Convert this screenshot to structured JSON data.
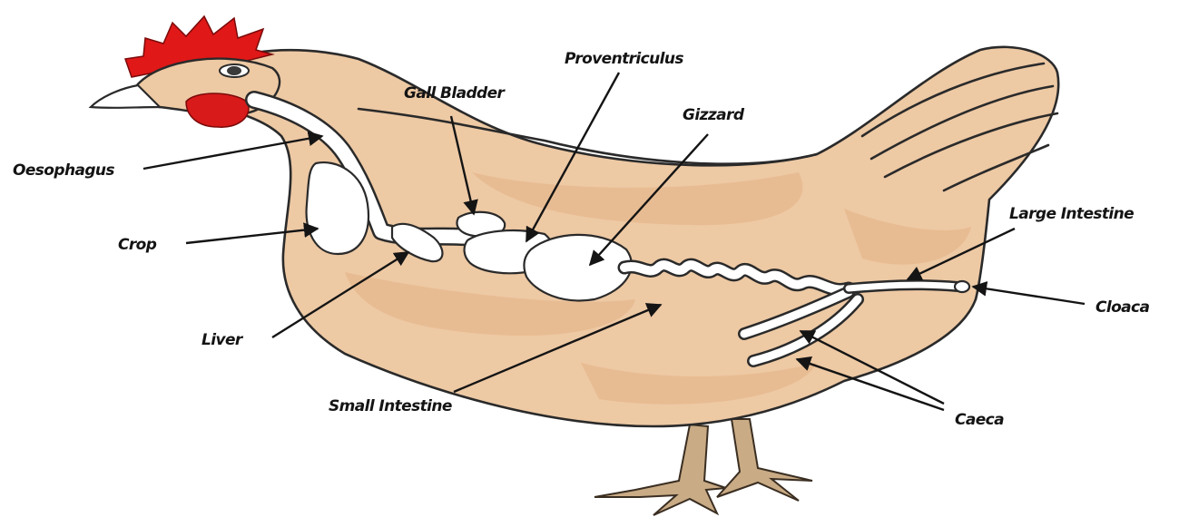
{
  "diagram": {
    "labels": {
      "oesophagus": "Oesophagus",
      "crop": "Crop",
      "liver": "Liver",
      "gall_bladder": "Gall Bladder",
      "proventriculus": "Proventriculus",
      "gizzard": "Gizzard",
      "small_intestine": "Small Intestine",
      "large_intestine": "Large Intestine",
      "cloaca": "Cloaca",
      "caeca": "Caeca"
    },
    "colors": {
      "body": "#edc9a4",
      "body_shade": "#e4b084",
      "comb": "#e01818",
      "wattle": "#d81a1a",
      "feet": "#c9ab85",
      "organs": "#ffffff",
      "ink": "#141414"
    }
  }
}
